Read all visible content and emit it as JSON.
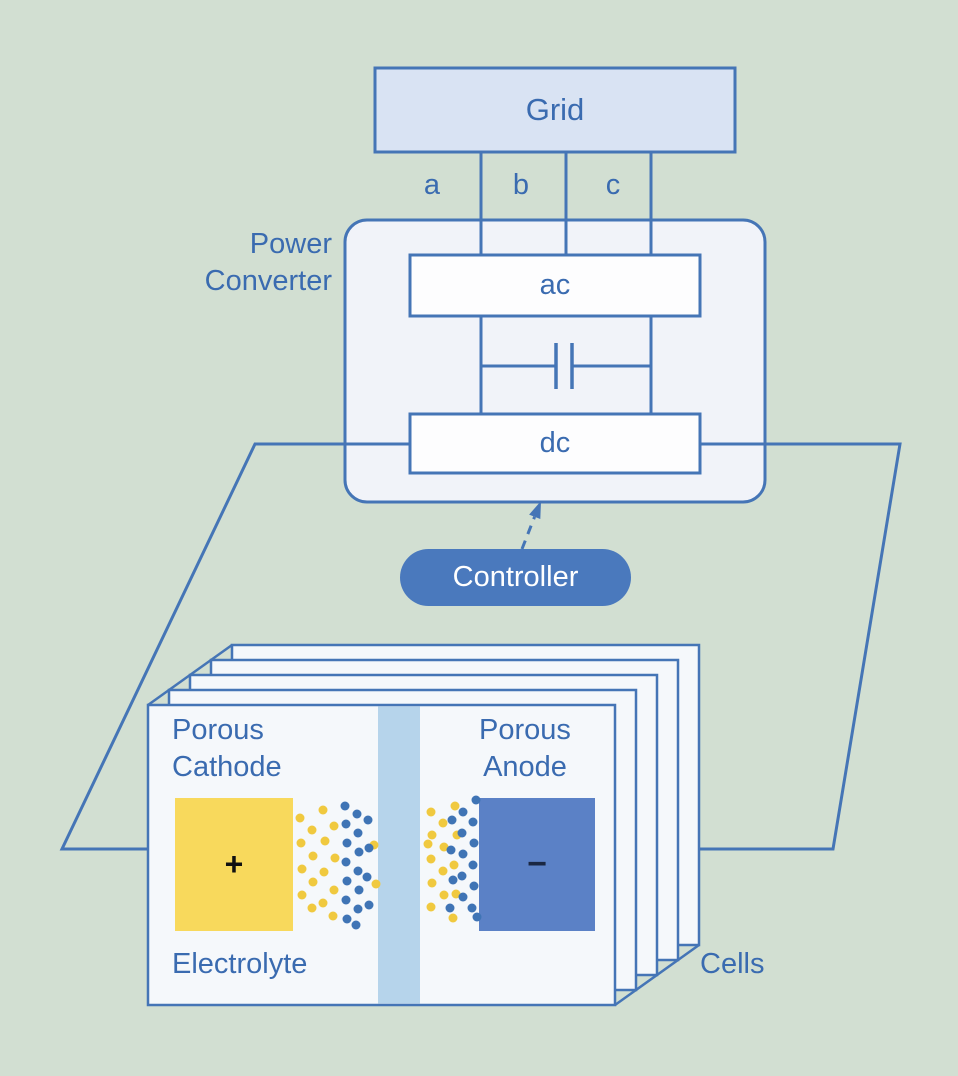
{
  "colors": {
    "background": "#d2dfd2",
    "line_blue": "#4575b6",
    "text_blue": "#3a6bb0",
    "grid_fill": "#d9e3f3",
    "converter_fill": "#f1f3f9",
    "box_fill": "#fdfdfe",
    "controller_fill": "#4a79bd",
    "controller_text": "#ffffff",
    "cell_fill": "#f5f8fb",
    "separator_fill": "#b6d4eb",
    "cathode_fill": "#f8d95c",
    "anode_fill": "#5b81c6",
    "ion_yellow": "#f0c93f",
    "ion_blue": "#3f74b5",
    "plus_text": "#111111",
    "minus_text": "#1a2742"
  },
  "grid": {
    "label": "Grid"
  },
  "phases": {
    "a": "a",
    "b": "b",
    "c": "c"
  },
  "converter": {
    "label_lines": [
      "Power",
      "Converter"
    ],
    "ac_label": "ac",
    "dc_label": "dc"
  },
  "controller": {
    "label": "Controller"
  },
  "cell": {
    "cathode_label_lines": [
      "Porous",
      "Cathode"
    ],
    "anode_label_lines": [
      "Porous",
      "Anode"
    ],
    "cathode_sign": "+",
    "anode_sign": "−",
    "electrolyte_label": "Electrolyte",
    "cells_label": "Cells"
  }
}
